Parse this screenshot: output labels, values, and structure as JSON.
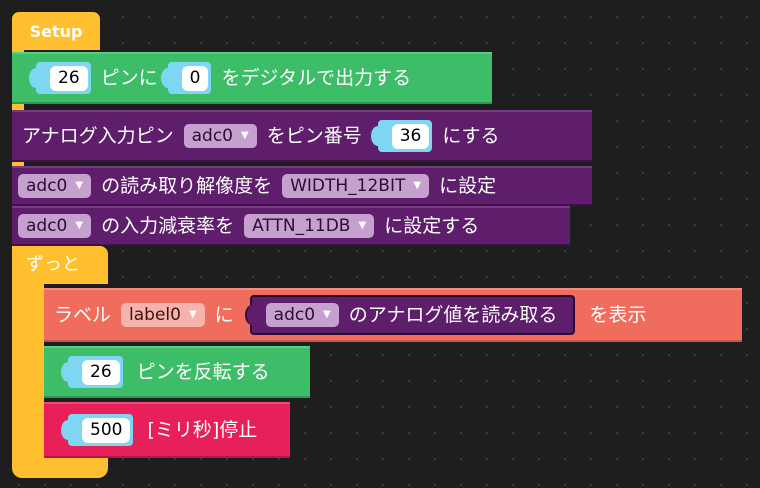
{
  "setup": {
    "label": "Setup",
    "digital_out": {
      "pin": "26",
      "text_pin": "ピンに",
      "value": "0",
      "text_tail": "をデジタルで出力する"
    },
    "analog_pin": {
      "text_head": "アナログ入力ピン",
      "var": "adc0",
      "text_mid": "をピン番号",
      "pin": "36",
      "text_tail": "にする"
    },
    "resolution": {
      "var": "adc0",
      "text_mid": "の読み取り解像度を",
      "option": "WIDTH_12BIT",
      "text_tail": "に設定"
    },
    "attenuation": {
      "var": "adc0",
      "text_mid": "の入力減衰率を",
      "option": "ATTN_11DB",
      "text_tail": "に設定する"
    }
  },
  "loop": {
    "label": "ずっと",
    "show_label": {
      "text_head": "ラベル",
      "label_var": "label0",
      "text_ni": "に",
      "inner_var": "adc0",
      "inner_text": "のアナログ値を読み取る",
      "text_tail": "を表示"
    },
    "toggle": {
      "pin": "26",
      "text": "ピンを反転する"
    },
    "delay": {
      "ms": "500",
      "text": "[ミリ秒]停止"
    }
  },
  "colors": {
    "event": "#ffbf2e",
    "io": "#3dbd68",
    "adc": "#5f1e6c",
    "display": "#f06c5d",
    "time": "#e8205a"
  },
  "icons": {
    "dropdown": "caret-down-icon"
  }
}
